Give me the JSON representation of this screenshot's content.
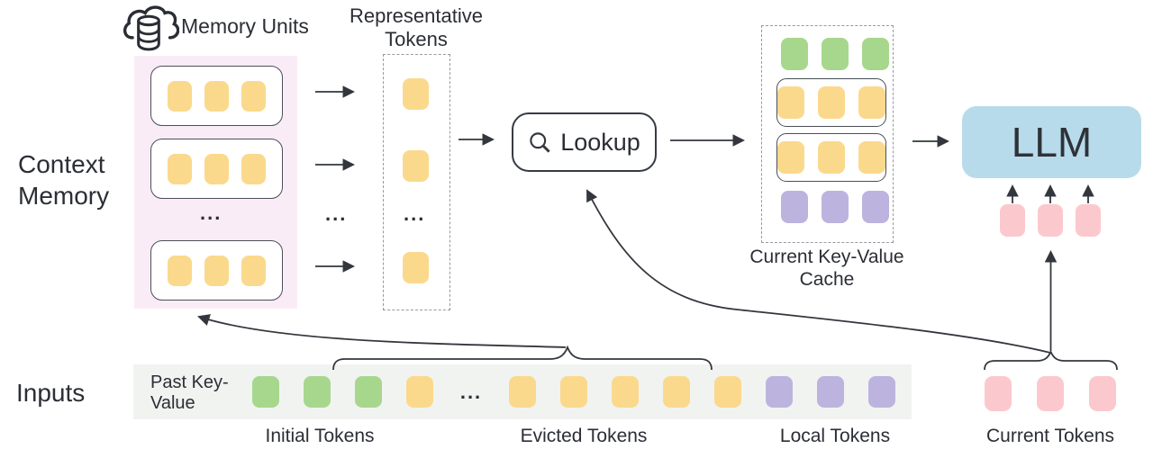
{
  "palette": {
    "yellow": "#fbd98c",
    "green": "#a7d78d",
    "purple": "#bcb4df",
    "pink": "#fbc9cd",
    "blue": "#b7dbeb",
    "memory_background": "#faecf6",
    "strip_background": "#f1f3f1",
    "line": "#33373d"
  },
  "labels": {
    "context_memory": "Context Memory",
    "memory_units": "Memory Units",
    "representative_tokens": "Representative Tokens",
    "lookup": "Lookup",
    "current_kv_cache": "Current Key-Value Cache",
    "llm": "LLM",
    "inputs": "Inputs",
    "past_key_value": "Past Key-Value",
    "initial_tokens": "Initial Tokens",
    "evicted_tokens": "Evicted Tokens",
    "local_tokens": "Local Tokens",
    "current_tokens": "Current Tokens",
    "ellipsis": "..."
  },
  "memory": {
    "units": [
      {
        "count": 3,
        "color": "yellow"
      },
      {
        "count": 3,
        "color": "yellow"
      },
      {
        "count": 3,
        "color": "yellow"
      }
    ]
  },
  "representative": {
    "rows": [
      {
        "count": 1,
        "color": "yellow"
      },
      {
        "count": 1,
        "color": "yellow"
      },
      {
        "count": 1,
        "color": "yellow"
      }
    ]
  },
  "cache": {
    "rows": [
      {
        "count": 3,
        "color": "green",
        "boxed": false
      },
      {
        "count": 3,
        "color": "yellow",
        "boxed": true
      },
      {
        "count": 3,
        "color": "yellow",
        "boxed": true
      },
      {
        "count": 3,
        "color": "purple",
        "boxed": false
      }
    ]
  },
  "llm_input_tokens": {
    "count": 3,
    "color": "pink"
  },
  "current_tokens_group": {
    "count": 3,
    "color": "pink"
  },
  "inputs_strip": {
    "initial": {
      "count": 3,
      "color": "green"
    },
    "evicted_pre": {
      "count": 1,
      "color": "yellow"
    },
    "evicted_post": {
      "count": 5,
      "color": "yellow"
    },
    "local": {
      "count": 3,
      "color": "purple"
    }
  }
}
